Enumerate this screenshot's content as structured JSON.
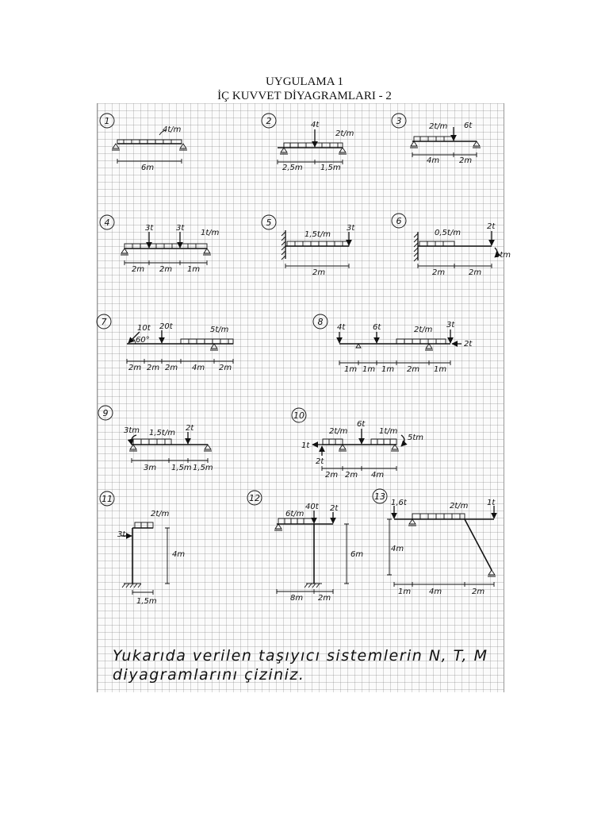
{
  "header": {
    "title": "UYGULAMA 1",
    "subtitle": "İÇ KUVVET DİYAGRAMLARI - 2"
  },
  "problems": [
    {
      "number": "1",
      "labels": [
        "4t/m",
        "6m"
      ]
    },
    {
      "number": "2",
      "labels": [
        "4t",
        "2t/m",
        "2,5m",
        "1,5m"
      ]
    },
    {
      "number": "3",
      "labels": [
        "2t/m",
        "6t",
        "4m",
        "2m"
      ]
    },
    {
      "number": "4",
      "labels": [
        "3t",
        "3t",
        "1t/m",
        "2m",
        "2m",
        "1m"
      ]
    },
    {
      "number": "5",
      "labels": [
        "1,5t/m",
        "3t",
        "2m"
      ]
    },
    {
      "number": "6",
      "labels": [
        "0,5t/m",
        "2t",
        "1tm",
        "2m",
        "2m"
      ]
    },
    {
      "number": "7",
      "labels": [
        "10t",
        "20t",
        "5t/m",
        "60°",
        "2m",
        "2m",
        "2m",
        "4m",
        "2m"
      ]
    },
    {
      "number": "8",
      "labels": [
        "4t",
        "6t",
        "2t/m",
        "3t",
        "2t",
        "1m",
        "1m",
        "1m",
        "2m",
        "1m"
      ]
    },
    {
      "number": "9",
      "labels": [
        "3tm",
        "1,5t/m",
        "2t",
        "3m",
        "1,5m",
        "1,5m"
      ]
    },
    {
      "number": "10",
      "labels": [
        "2t/m",
        "6t",
        "1t/m",
        "5tm",
        "1t",
        "2t",
        "2m",
        "2m",
        "4m"
      ]
    },
    {
      "number": "11",
      "labels": [
        "2t/m",
        "3t",
        "4m",
        "1,5m"
      ]
    },
    {
      "number": "12",
      "labels": [
        "6t/m",
        "40t",
        "2t",
        "6m",
        "8m",
        "2m"
      ]
    },
    {
      "number": "13",
      "labels": [
        "1,6t",
        "2t/m",
        "1t",
        "4m",
        "1m",
        "4m",
        "2m"
      ]
    }
  ],
  "instruction": {
    "line1": "Yukarıda verilen taşıyıcı sistemlerin N, T, M",
    "line2": "diyagramlarını çiziniz."
  }
}
